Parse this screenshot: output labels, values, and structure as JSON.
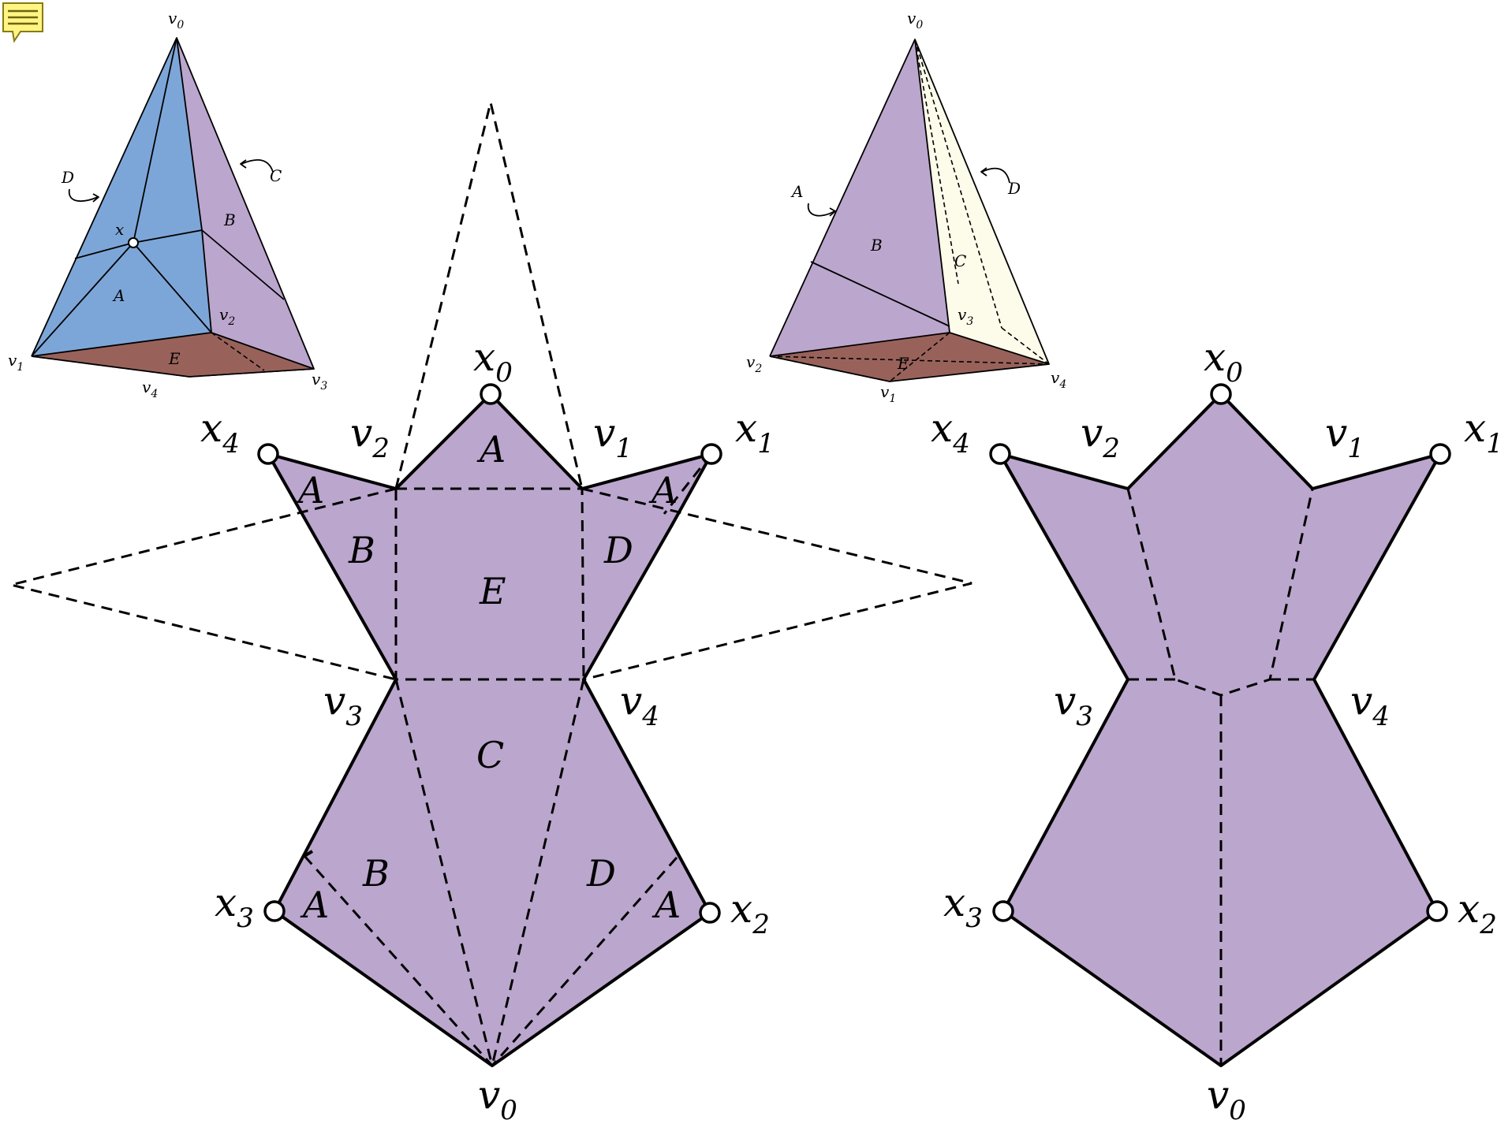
{
  "colors": {
    "face_purple": "#BBA6CD",
    "face_blue": "#7DA6D8",
    "face_brown": "#98625A",
    "face_cream": "#FDFBEA",
    "note_yellow": "#FFF585"
  },
  "icons": {
    "note": "sticky-note-icon"
  },
  "left_pyramid": {
    "v0": "v",
    "v0_sub": "0",
    "v1": "v",
    "v1_sub": "1",
    "v2": "v",
    "v2_sub": "2",
    "v3": "v",
    "v3_sub": "3",
    "v4": "v",
    "v4_sub": "4",
    "x": "x",
    "face_A": "A",
    "face_B": "B",
    "face_E": "E",
    "callout_D": "D",
    "callout_C": "C"
  },
  "right_pyramid": {
    "v0": "v",
    "v0_sub": "0",
    "v1": "v",
    "v1_sub": "1",
    "v2": "v",
    "v2_sub": "2",
    "v3": "v",
    "v3_sub": "3",
    "v4": "v",
    "v4_sub": "4",
    "face_B": "B",
    "face_C": "C",
    "face_E": "E",
    "callout_A": "A",
    "callout_D": "D"
  },
  "left_net": {
    "x0": "x",
    "x0_sub": "0",
    "x1": "x",
    "x1_sub": "1",
    "x2": "x",
    "x2_sub": "2",
    "x3": "x",
    "x3_sub": "3",
    "x4": "x",
    "x4_sub": "4",
    "v0": "v",
    "v0_sub": "0",
    "v1": "v",
    "v1_sub": "1",
    "v2": "v",
    "v2_sub": "2",
    "v3": "v",
    "v3_sub": "3",
    "v4": "v",
    "v4_sub": "4",
    "face_A_top": "A",
    "face_A_left": "A",
    "face_A_right": "A",
    "face_B_upper": "B",
    "face_D_upper": "D",
    "face_E": "E",
    "face_C": "C",
    "face_B_lower": "B",
    "face_D_lower": "D",
    "face_A_lowleft": "A",
    "face_A_lowright": "A"
  },
  "right_net": {
    "x0": "x",
    "x0_sub": "0",
    "x1": "x",
    "x1_sub": "1",
    "x2": "x",
    "x2_sub": "2",
    "x3": "x",
    "x3_sub": "3",
    "x4": "x",
    "x4_sub": "4",
    "v0": "v",
    "v0_sub": "0",
    "v1": "v",
    "v1_sub": "1",
    "v2": "v",
    "v2_sub": "2",
    "v3": "v",
    "v3_sub": "3",
    "v4": "v",
    "v4_sub": "4"
  }
}
